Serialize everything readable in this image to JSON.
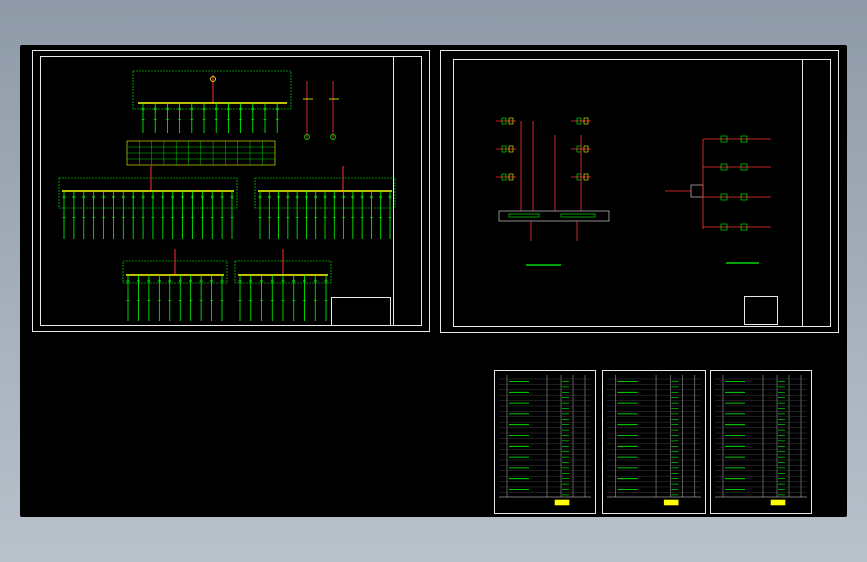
{
  "colors": {
    "background": "#000000",
    "frame": "#e8e8e8",
    "bus": "#ffff00",
    "feeder": "#00ff00",
    "incoming": "#ff3030",
    "text": "#d8d8d8"
  },
  "sheets": [
    {
      "id": "sheet-1",
      "kind": "single-line-diagram"
    },
    {
      "id": "sheet-2",
      "kind": "control-schematic"
    },
    {
      "id": "list-1",
      "kind": "equipment-list"
    },
    {
      "id": "list-2",
      "kind": "equipment-list"
    },
    {
      "id": "list-3",
      "kind": "equipment-list"
    }
  ]
}
